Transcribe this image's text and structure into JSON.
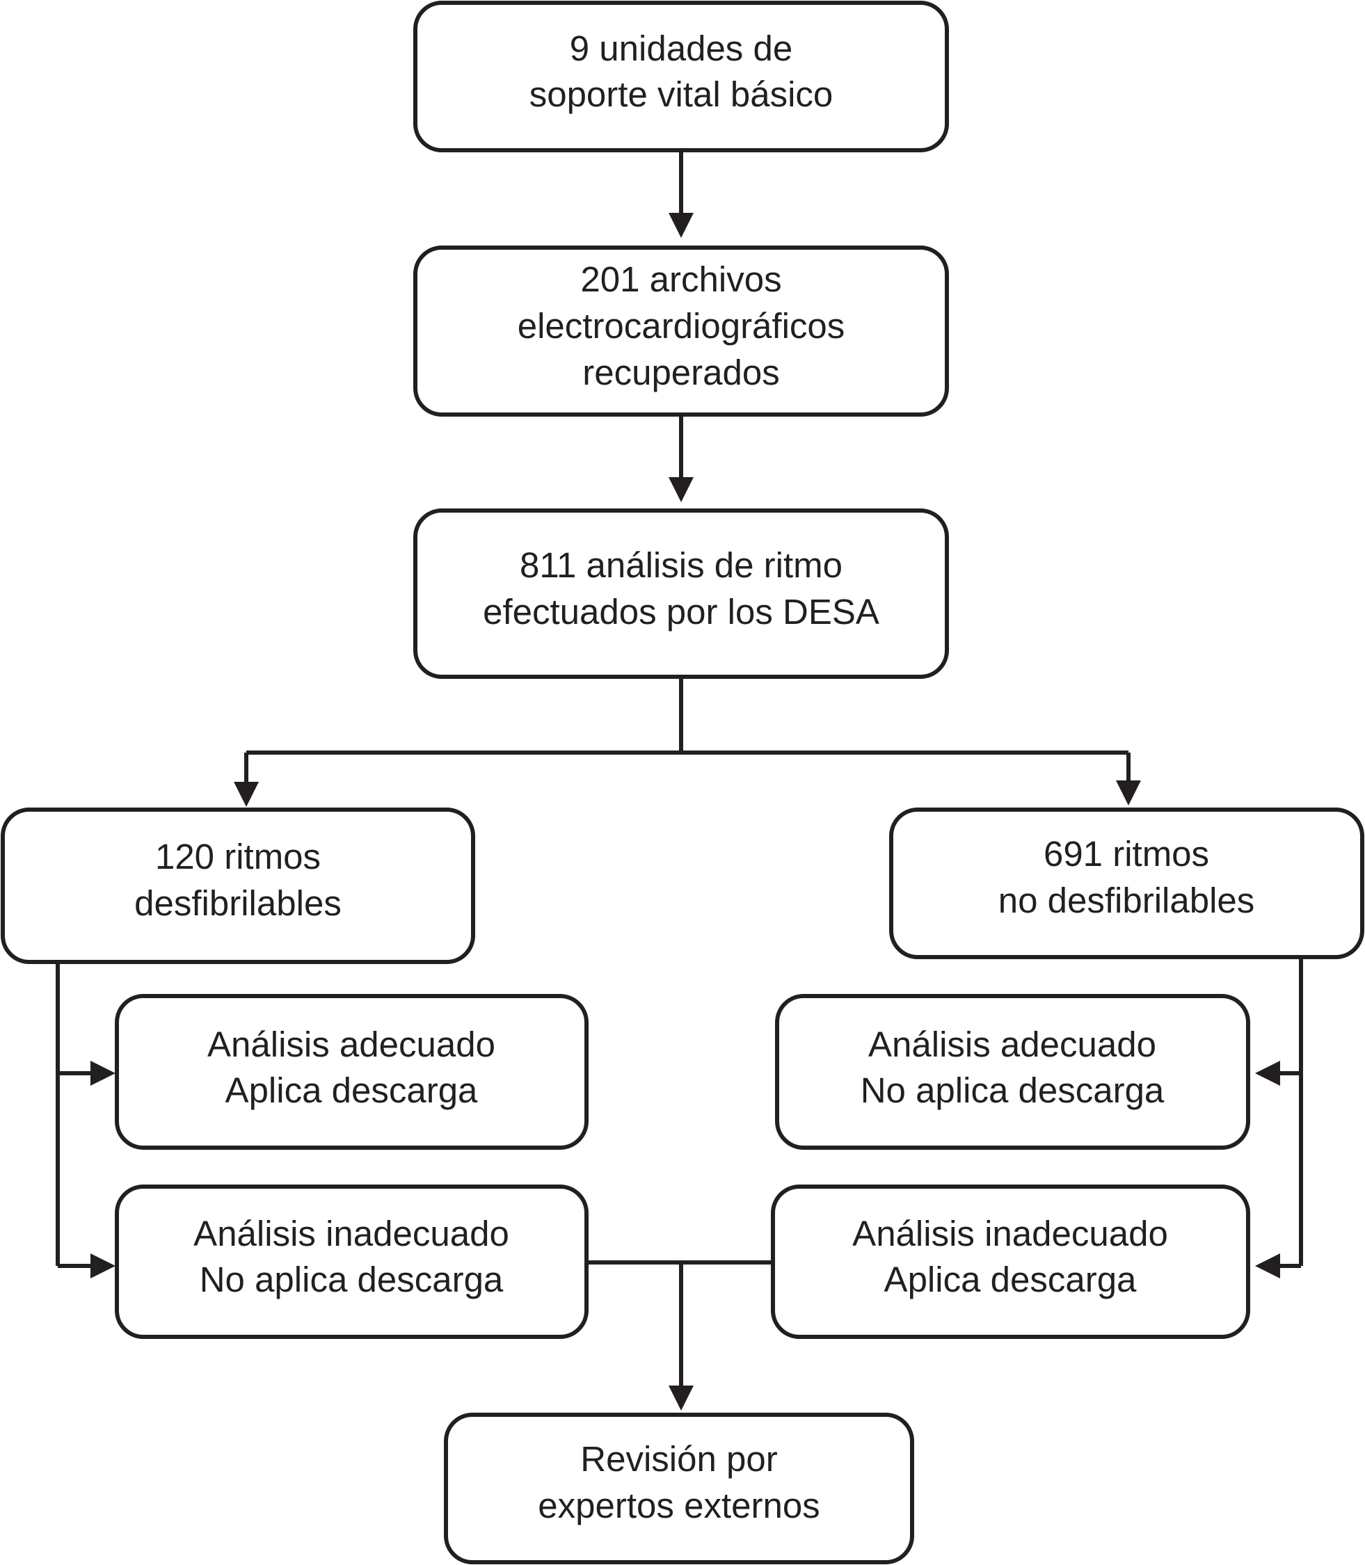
{
  "nodes": {
    "units": {
      "line1": "9 unidades de",
      "line2": "soporte vital básico"
    },
    "files": {
      "line1": "201 archivos",
      "line2": "electrocardiográficos",
      "line3": "recuperados"
    },
    "analyses": {
      "line1": "811 análisis de ritmo",
      "line2": "efectuados por los DESA"
    },
    "shockable": {
      "line1": "120 ritmos",
      "line2": "desfibrilables"
    },
    "non_shockable": {
      "line1": "691 ritmos",
      "line2": "no desfibrilables"
    },
    "left_adequate": {
      "line1": "Análisis adecuado",
      "line2": "Aplica descarga"
    },
    "left_inadequate": {
      "line1": "Análisis inadecuado",
      "line2": "No aplica descarga"
    },
    "right_adequate": {
      "line1": "Análisis adecuado",
      "line2": "No aplica descarga"
    },
    "right_inadequate": {
      "line1": "Análisis inadecuado",
      "line2": "Aplica descarga"
    },
    "review": {
      "line1": "Revisión por",
      "line2": "expertos externos"
    }
  },
  "colors": {
    "stroke": "#231f20",
    "background": "#ffffff"
  }
}
